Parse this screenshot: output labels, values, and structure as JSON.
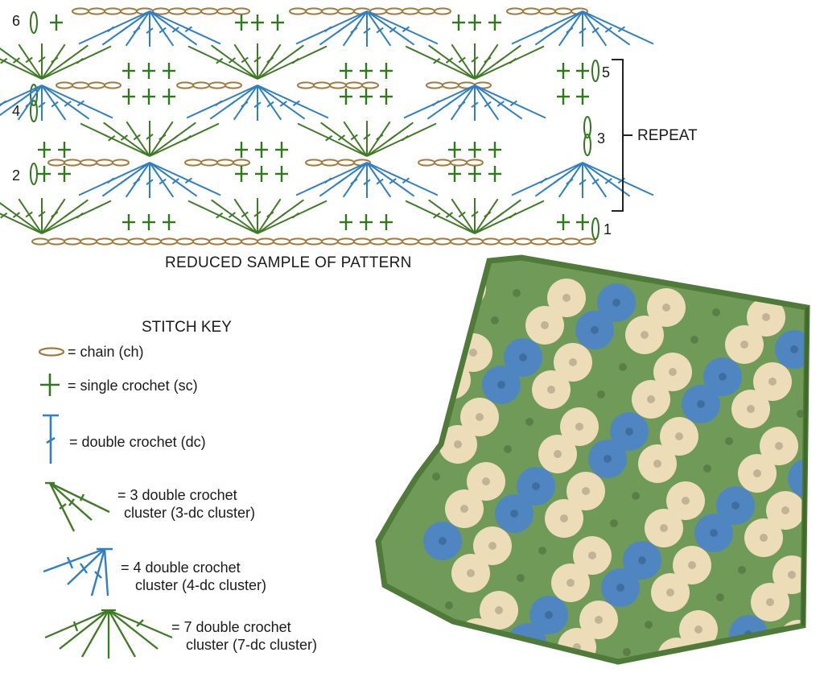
{
  "colors": {
    "chain": "#a07a3c",
    "single_crochet": "#2e7a1a",
    "dc_blue": "#2f7fc4",
    "dc_green": "#3f7a25",
    "blanket_green": "#6f9a58",
    "blanket_blue": "#4f86c2",
    "blanket_cream": "#ecdcb8"
  },
  "chart": {
    "row_labels_left": [
      "6",
      "4",
      "2"
    ],
    "row_labels_right": [
      "5",
      "3",
      "1"
    ],
    "repeat_label": "REPEAT",
    "caption": "REDUCED SAMPLE OF PATTERN"
  },
  "key": {
    "title": "STITCH KEY",
    "items": [
      {
        "icon": "chain-symbol-icon",
        "lines": [
          "= chain (ch)"
        ]
      },
      {
        "icon": "single-crochet-symbol-icon",
        "lines": [
          "= single crochet (sc)"
        ]
      },
      {
        "icon": "double-crochet-symbol-icon",
        "lines": [
          "= double crochet (dc)"
        ]
      },
      {
        "icon": "3dc-cluster-symbol-icon",
        "lines": [
          "= 3 double crochet",
          "cluster (3-dc cluster)"
        ]
      },
      {
        "icon": "4dc-cluster-symbol-icon",
        "lines": [
          "= 4 double crochet",
          "cluster (4-dc cluster)"
        ]
      },
      {
        "icon": "7dc-cluster-symbol-icon",
        "lines": [
          "= 7 double crochet",
          "cluster (7-dc cluster)"
        ]
      }
    ]
  },
  "photo": {
    "subject": "folded-crocheted-blanket"
  }
}
